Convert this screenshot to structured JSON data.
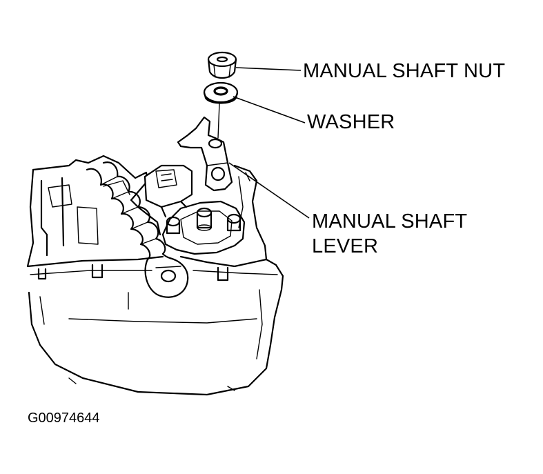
{
  "labels": {
    "manual_shaft_nut": "MANUAL SHAFT NUT",
    "washer": "WASHER",
    "manual_shaft_lever_line1": "MANUAL SHAFT",
    "manual_shaft_lever_line2": "LEVER"
  },
  "figure_id": "G00974644",
  "colors": {
    "ink": "#000000",
    "background": "#ffffff"
  }
}
